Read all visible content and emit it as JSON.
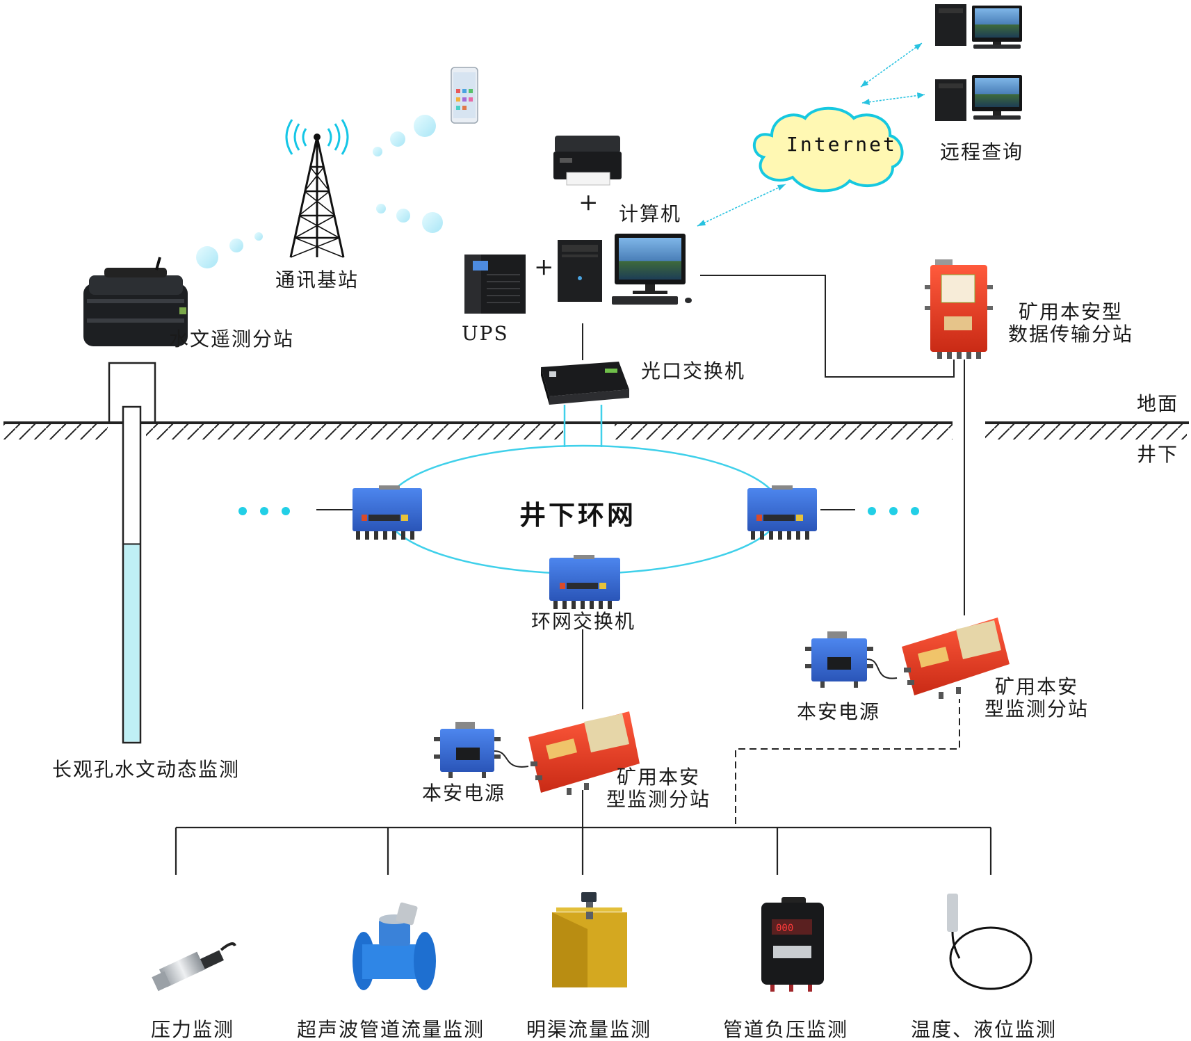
{
  "labels": {
    "hydro_substation": "水文遥测分站",
    "comm_base_station": "通讯基站",
    "computer": "计算机",
    "ups": "UPS",
    "internet": "Internet",
    "remote_query": "远程查询",
    "optical_switch": "光口交换机",
    "mine_transfer_station_line1": "矿用本安型",
    "mine_transfer_station_line2": "数据传输分站",
    "ground": "地面",
    "underground": "井下",
    "ring_network": "井下环网",
    "ring_switch": "环网交换机",
    "long_hole": "长观孔水文动态监测",
    "power_left": "本安电源",
    "monitor_left_line1": "矿用本安",
    "monitor_left_line2": "型监测分站",
    "power_right": "本安电源",
    "monitor_right_line1": "矿用本安",
    "monitor_right_line2": "型监测分站",
    "plus_symbol": "+"
  },
  "sensors": [
    {
      "label": "压力监测",
      "icon": "pressure-sensor-icon"
    },
    {
      "label": "超声波管道流量监测",
      "icon": "ultrasonic-flowmeter-icon"
    },
    {
      "label": "明渠流量监测",
      "icon": "open-channel-flume-icon"
    },
    {
      "label": "管道负压监测",
      "icon": "negative-pressure-sensor-icon"
    },
    {
      "label": "温度、液位监测",
      "icon": "level-probe-icon"
    }
  ],
  "colors": {
    "line": "#222222",
    "ring": "#3fd0ea",
    "bubble": "#bfeefb",
    "ring_switch_body": "#3a6fd8",
    "station_red": "#e8412a",
    "water": "#bff0f5"
  },
  "water_level_fraction": 0.59
}
